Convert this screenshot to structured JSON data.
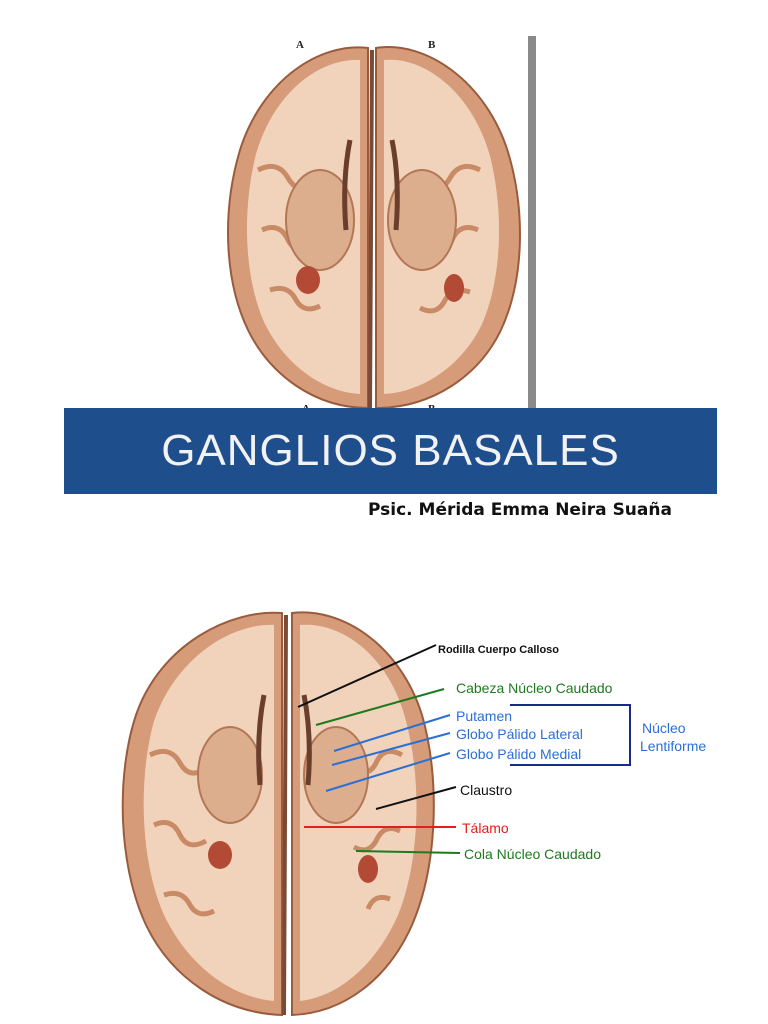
{
  "title": "GANGLIOS BASALES",
  "author": "Psic. Mérida Emma Neira Suaña",
  "top_figure": {
    "markers": [
      "A",
      "B",
      "A",
      "B"
    ]
  },
  "bottom_figure": {
    "labels": {
      "rodilla": "Rodilla Cuerpo Calloso",
      "cabeza": "Cabeza Núcleo Caudado",
      "putamen": "Putamen",
      "globo_lateral": "Globo Pálido Lateral",
      "globo_medial": "Globo Pálido Medial",
      "nucleo_1": "Núcleo",
      "nucleo_2": "Lentiforme",
      "claustro": "Claustro",
      "talamo": "Tálamo",
      "cola": "Cola Núcleo Caudado"
    },
    "colors": {
      "black": "#111111",
      "green": "#1e7a1e",
      "blue": "#2a6fd6",
      "red": "#e0201c",
      "bracket": "#1a2a8a"
    }
  },
  "colors": {
    "banner": "#1e4e8c",
    "brain_tissue": "#e8b898",
    "brain_grey": "#d49a78",
    "white_matter": "#f4dcc6"
  }
}
